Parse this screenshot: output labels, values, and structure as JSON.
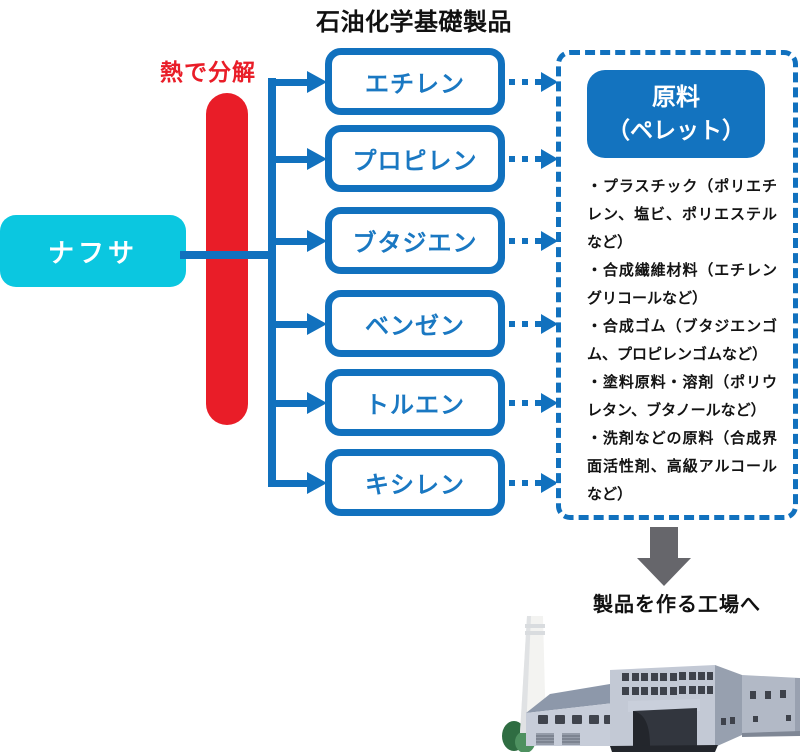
{
  "title": "石油化学基礎製品",
  "process_label": "熱で分解",
  "source": {
    "label": "ナフサ"
  },
  "products": [
    {
      "label": "エチレン"
    },
    {
      "label": "プロピレン"
    },
    {
      "label": "ブタジエン"
    },
    {
      "label": "ベンゼン"
    },
    {
      "label": "トルエン"
    },
    {
      "label": "キシレン"
    }
  ],
  "materials_panel": {
    "header_line1": "原料",
    "header_line2": "（ペレット）",
    "bullets": [
      "・プラスチック（ポリエチレン、塩ビ、ポリエステルなど）",
      "・合成繊維材料（エチレングリコールなど）",
      "・合成ゴム（ブタジエンゴム、プロピレンゴムなど）",
      "・塗料原料・溶剤（ポリウレタン、ブタノールなど）",
      "・洗剤などの原料（合成界面活性剤、高級アルコールなど）"
    ]
  },
  "footer": {
    "caption": "製品を作る工場へ"
  },
  "colors": {
    "blue": "#1171BE",
    "cyan": "#0BC7E0",
    "red": "#E91D28",
    "gray_arrow": "#66666B"
  }
}
